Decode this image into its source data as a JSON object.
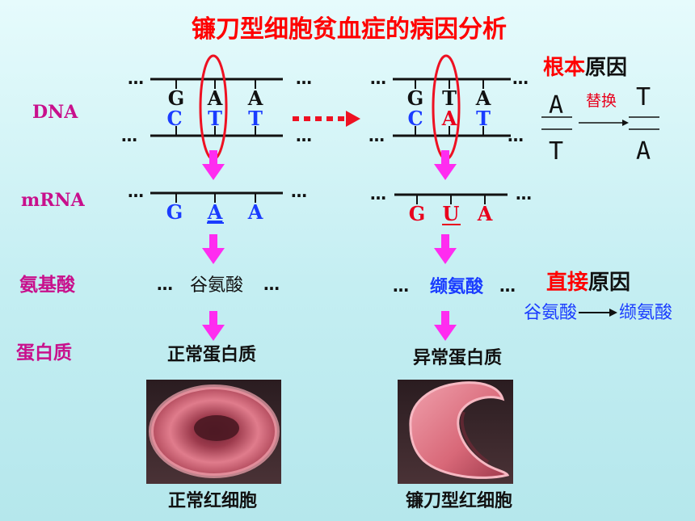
{
  "title": "镰刀型细胞贫血症的病因分析",
  "row_labels": {
    "dna": "DNA",
    "mrna": "mRNA",
    "amino_acid": "氨基酸",
    "protein": "蛋白质"
  },
  "ellipsis": "…",
  "normal": {
    "dna_top": [
      "G",
      "A",
      "A"
    ],
    "dna_bottom": [
      "C",
      "T",
      "T"
    ],
    "mrna": [
      "G",
      "A",
      "A"
    ],
    "amino_acid": "谷氨酸",
    "protein": "正常蛋白质",
    "cell_label": "正常红细胞"
  },
  "mutant": {
    "dna_top": [
      "G",
      "T",
      "A"
    ],
    "dna_bottom": [
      "C",
      "A",
      "T"
    ],
    "mrna": [
      "G",
      "U",
      "A"
    ],
    "amino_acid": "缬氨酸",
    "protein": "异常蛋白质",
    "cell_label": "镰刀型红细胞"
  },
  "root_cause": {
    "emph": "根本",
    "rest": "原因",
    "substitution_label": "替换",
    "before_top": "A",
    "before_bottom": "T",
    "after_top": "T",
    "after_bottom": "A"
  },
  "direct_cause": {
    "emph": "直接",
    "rest": "原因",
    "from": "谷氨酸",
    "to": "缬氨酸"
  },
  "colors": {
    "title": "#ff0000",
    "label": "#c8108c",
    "arrow": "#ff2cf0",
    "strand_blue": "#1a3cff",
    "mutant_red": "#e8001c",
    "black": "#111111"
  }
}
